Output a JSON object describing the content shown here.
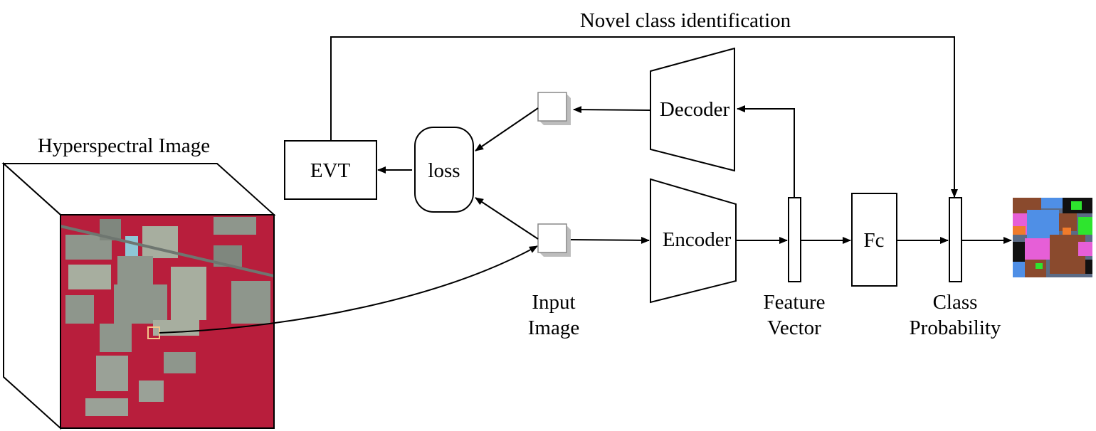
{
  "diagram": {
    "title_top": "Novel class identification",
    "hsi_label": "Hyperspectral Image",
    "evt_label": "EVT",
    "loss_label": "loss",
    "decoder_label": "Decoder",
    "encoder_label": "Encoder",
    "fc_label": "Fc",
    "input_image_label": [
      "Input",
      "Image"
    ],
    "feature_vector_label": [
      "Feature",
      "Vector"
    ],
    "class_probability_label": [
      "Class",
      "Probability"
    ]
  },
  "colors": {
    "hsi_background": "#b81e3c",
    "hsi_field_gray": "#8e968c",
    "hsi_field_light": "#a7ae9f",
    "patch_outline": "#f3c58a",
    "map_brown": "#8a4a2d",
    "map_blue": "#4f8fe6",
    "map_pink": "#e65fd7",
    "map_black": "#111111",
    "map_green": "#2ee52e",
    "map_orange": "#f07b2b",
    "map_gray": "#5c6b85"
  }
}
